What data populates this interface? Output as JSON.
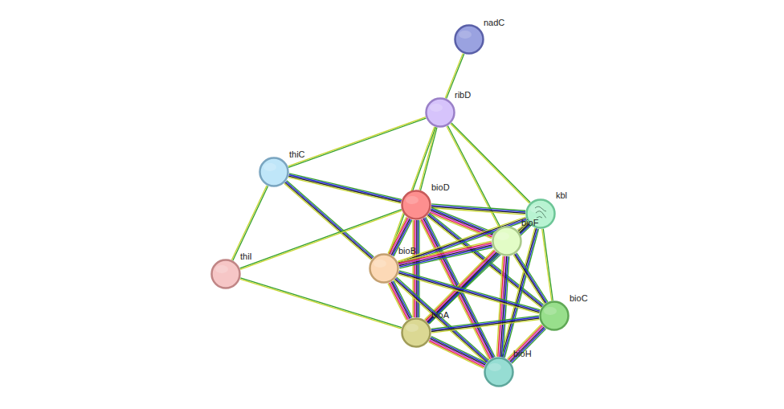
{
  "diagram": {
    "nodes": [
      {
        "text": [
          "nadC"
        ]
      },
      {
        "text": [
          "ribD"
        ]
      },
      {
        "text": [
          "thiC"
        ]
      },
      {
        "text": [
          "bioD"
        ]
      },
      {
        "text": [
          "kbl"
        ]
      },
      {
        "text": [
          "bioF"
        ]
      },
      {
        "text": [
          "bioB"
        ]
      },
      {
        "text": [
          "thiI"
        ]
      },
      {
        "text": [
          "bioC"
        ]
      },
      {
        "text": [
          "bioA"
        ]
      },
      {
        "text": [
          "bioH"
        ]
      }
    ],
    "edges": [
      {
        "from": 0,
        "to": 1,
        "arrow": "none"
      },
      {
        "from": 1,
        "to": 3,
        "arrow": "none"
      },
      {
        "from": 1,
        "to": 2,
        "arrow": "none"
      },
      {
        "from": 1,
        "to": 4,
        "arrow": "none"
      },
      {
        "from": 1,
        "to": 5,
        "arrow": "none"
      },
      {
        "from": 1,
        "to": 6,
        "arrow": "none"
      },
      {
        "from": 2,
        "to": 3,
        "arrow": "none"
      },
      {
        "from": 2,
        "to": 7,
        "arrow": "none"
      },
      {
        "from": 2,
        "to": 6,
        "arrow": "none"
      },
      {
        "from": 7,
        "to": 3,
        "arrow": "none"
      },
      {
        "from": 7,
        "to": 9,
        "arrow": "none"
      },
      {
        "from": 3,
        "to": 4,
        "arrow": "none"
      },
      {
        "from": 3,
        "to": 5,
        "arrow": "none"
      },
      {
        "from": 3,
        "to": 6,
        "arrow": "none"
      },
      {
        "from": 3,
        "to": 9,
        "arrow": "none"
      },
      {
        "from": 3,
        "to": 8,
        "arrow": "none"
      },
      {
        "from": 3,
        "to": 10,
        "arrow": "none"
      },
      {
        "from": 4,
        "to": 5,
        "arrow": "none"
      },
      {
        "from": 4,
        "to": 6,
        "arrow": "none"
      },
      {
        "from": 4,
        "to": 9,
        "arrow": "none"
      },
      {
        "from": 4,
        "to": 8,
        "arrow": "none"
      },
      {
        "from": 4,
        "to": 10,
        "arrow": "none"
      },
      {
        "from": 5,
        "to": 6,
        "arrow": "none"
      },
      {
        "from": 5,
        "to": 9,
        "arrow": "none"
      },
      {
        "from": 5,
        "to": 8,
        "arrow": "none"
      },
      {
        "from": 5,
        "to": 10,
        "arrow": "none"
      },
      {
        "from": 6,
        "to": 9,
        "arrow": "none"
      },
      {
        "from": 6,
        "to": 8,
        "arrow": "none"
      },
      {
        "from": 6,
        "to": 10,
        "arrow": "none"
      },
      {
        "from": 9,
        "to": 8,
        "arrow": "none"
      },
      {
        "from": 9,
        "to": 10,
        "arrow": "none"
      },
      {
        "from": 8,
        "to": 10,
        "arrow": "none"
      }
    ]
  }
}
